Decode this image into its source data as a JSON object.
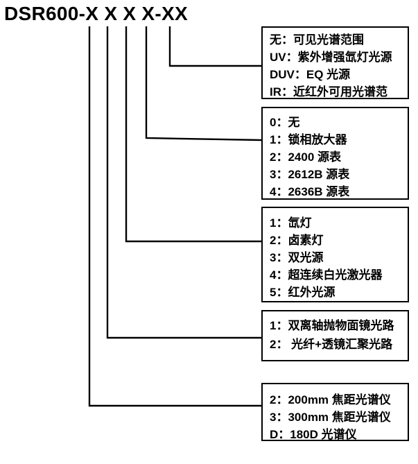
{
  "title": "DSR600-X X X X-XX",
  "colors": {
    "ink": "#000000",
    "background": "#ffffff"
  },
  "boxes": [
    {
      "name": "spectral-range-options",
      "rows": [
        "无：可见光谱范围",
        "UV：紫外增强氙灯光源",
        "DUV：EQ 光源",
        "IR：近红外可用光谱范"
      ]
    },
    {
      "name": "source-meter-options",
      "rows": [
        "0：无",
        "1：锁相放大器",
        "2：2400 源表",
        "3：2612B 源表",
        "4：2636B 源表"
      ]
    },
    {
      "name": "light-source-options",
      "rows": [
        "1：氙灯",
        "2：卤素灯",
        "3：双光源",
        "4：超连续白光激光器",
        "5：红外光源"
      ]
    },
    {
      "name": "optical-path-options",
      "rows": [
        "1：双离轴抛物面镜光路",
        "2： 光纤+透镜汇聚光路"
      ]
    },
    {
      "name": "spectrometer-options",
      "rows": [
        "2：200mm 焦距光谱仪",
        "3：300mm 焦距光谱仪",
        "D：180D 光谱仪"
      ]
    }
  ]
}
